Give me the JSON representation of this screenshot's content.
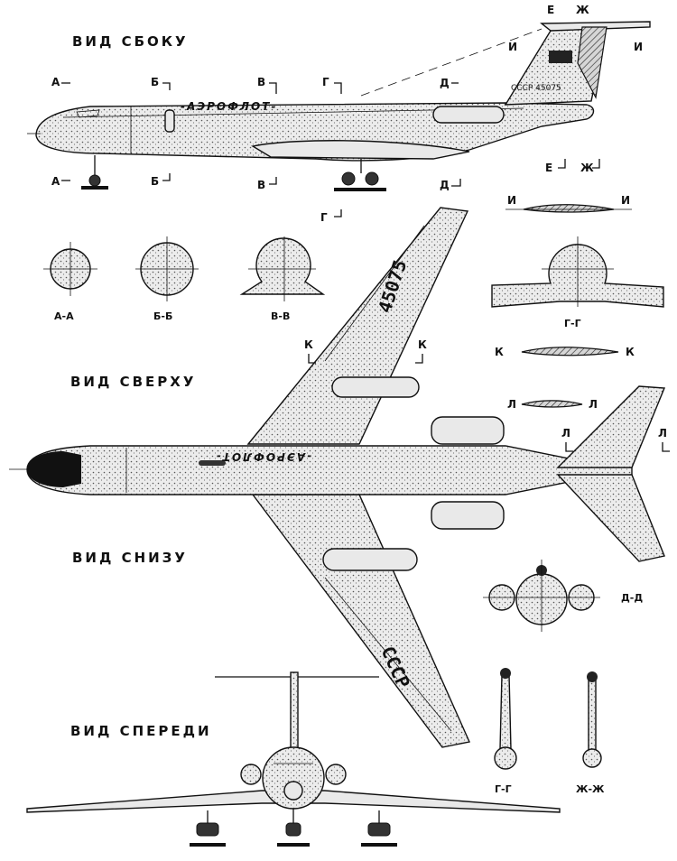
{
  "views": {
    "side": "ВИД СБОКУ",
    "top": "ВИД СВЕРХУ",
    "bottom": "ВИД СНИЗУ",
    "front": "ВИД СПЕРЕДИ"
  },
  "airline_side": "-АЭРОФЛОТ-",
  "airline_top": "-АЭРОФЛОТ-",
  "registration_tail": "СССР 45075",
  "registration_wing_top": "45075",
  "registration_wing_bottom": "СССР",
  "section_markers": {
    "A": "А",
    "B": "Б",
    "V": "В",
    "G": "Г",
    "D": "Д",
    "E": "Е",
    "ZH": "Ж",
    "I": "И",
    "K": "К",
    "L": "Л"
  },
  "section_captions": {
    "aa": "А-А",
    "bb": "Б-Б",
    "vv": "В-В",
    "gg_wing": "Г-Г",
    "dd": "Д-Д",
    "gg_gear": "Г-Г",
    "zhzh": "Ж-Ж"
  }
}
